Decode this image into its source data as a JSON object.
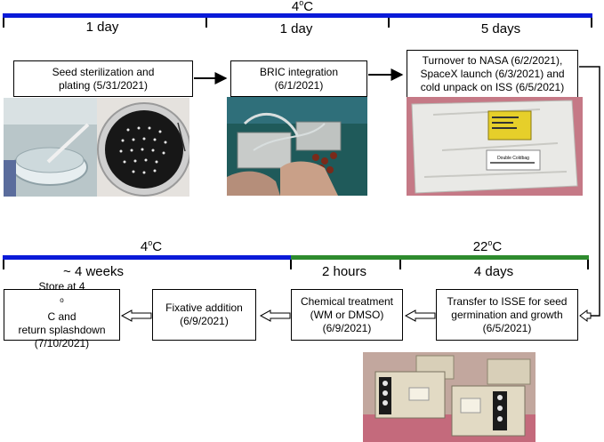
{
  "top_timeline": {
    "temperature": "4",
    "temperature_sup": "o",
    "temperature_unit": "C",
    "bar_color": "#0a1ad8",
    "durations": [
      "1 day",
      "1 day",
      "5 days"
    ]
  },
  "top_steps": [
    {
      "text": "Seed sterilization and\nplating (5/31/2021)"
    },
    {
      "text": "BRIC integration\n(6/1/2021)"
    },
    {
      "text": "Turnover to NASA (6/2/2021),\nSpaceX launch (6/3/2021) and\ncold unpack on ISS (6/5/2021)"
    }
  ],
  "bottom_timeline": {
    "left_temperature": "4",
    "left_temperature_sup": "o",
    "left_temperature_unit": "C",
    "right_temperature": "22",
    "right_temperature_sup": "o",
    "right_temperature_unit": "C",
    "blue_color": "#0a1ad8",
    "green_color": "#2e8b2e",
    "durations": [
      "~ 4 weeks",
      "2 hours",
      "4 days"
    ]
  },
  "bottom_steps": [
    {
      "text_a": "Store at 4",
      "text_sup": "o",
      "text_b": "C and\nreturn splashdown\n(7/10/2021)"
    },
    {
      "text": "Fixative addition\n(6/9/2021)"
    },
    {
      "text": "Chemical treatment\n(WM or DMSO)\n(6/9/2021)"
    },
    {
      "text": "Transfer to ISSE for seed\ngermination and growth\n(6/5/2021)"
    }
  ],
  "photos": {
    "seed_plating": "seed-plating-photo",
    "bric_integration": "bric-integration-photo",
    "cold_stowage": "cold-stowage-bag-photo",
    "isse_units": "isse-hardware-photo"
  },
  "photo_label": {
    "bag_tag": "Double Coldbag"
  }
}
